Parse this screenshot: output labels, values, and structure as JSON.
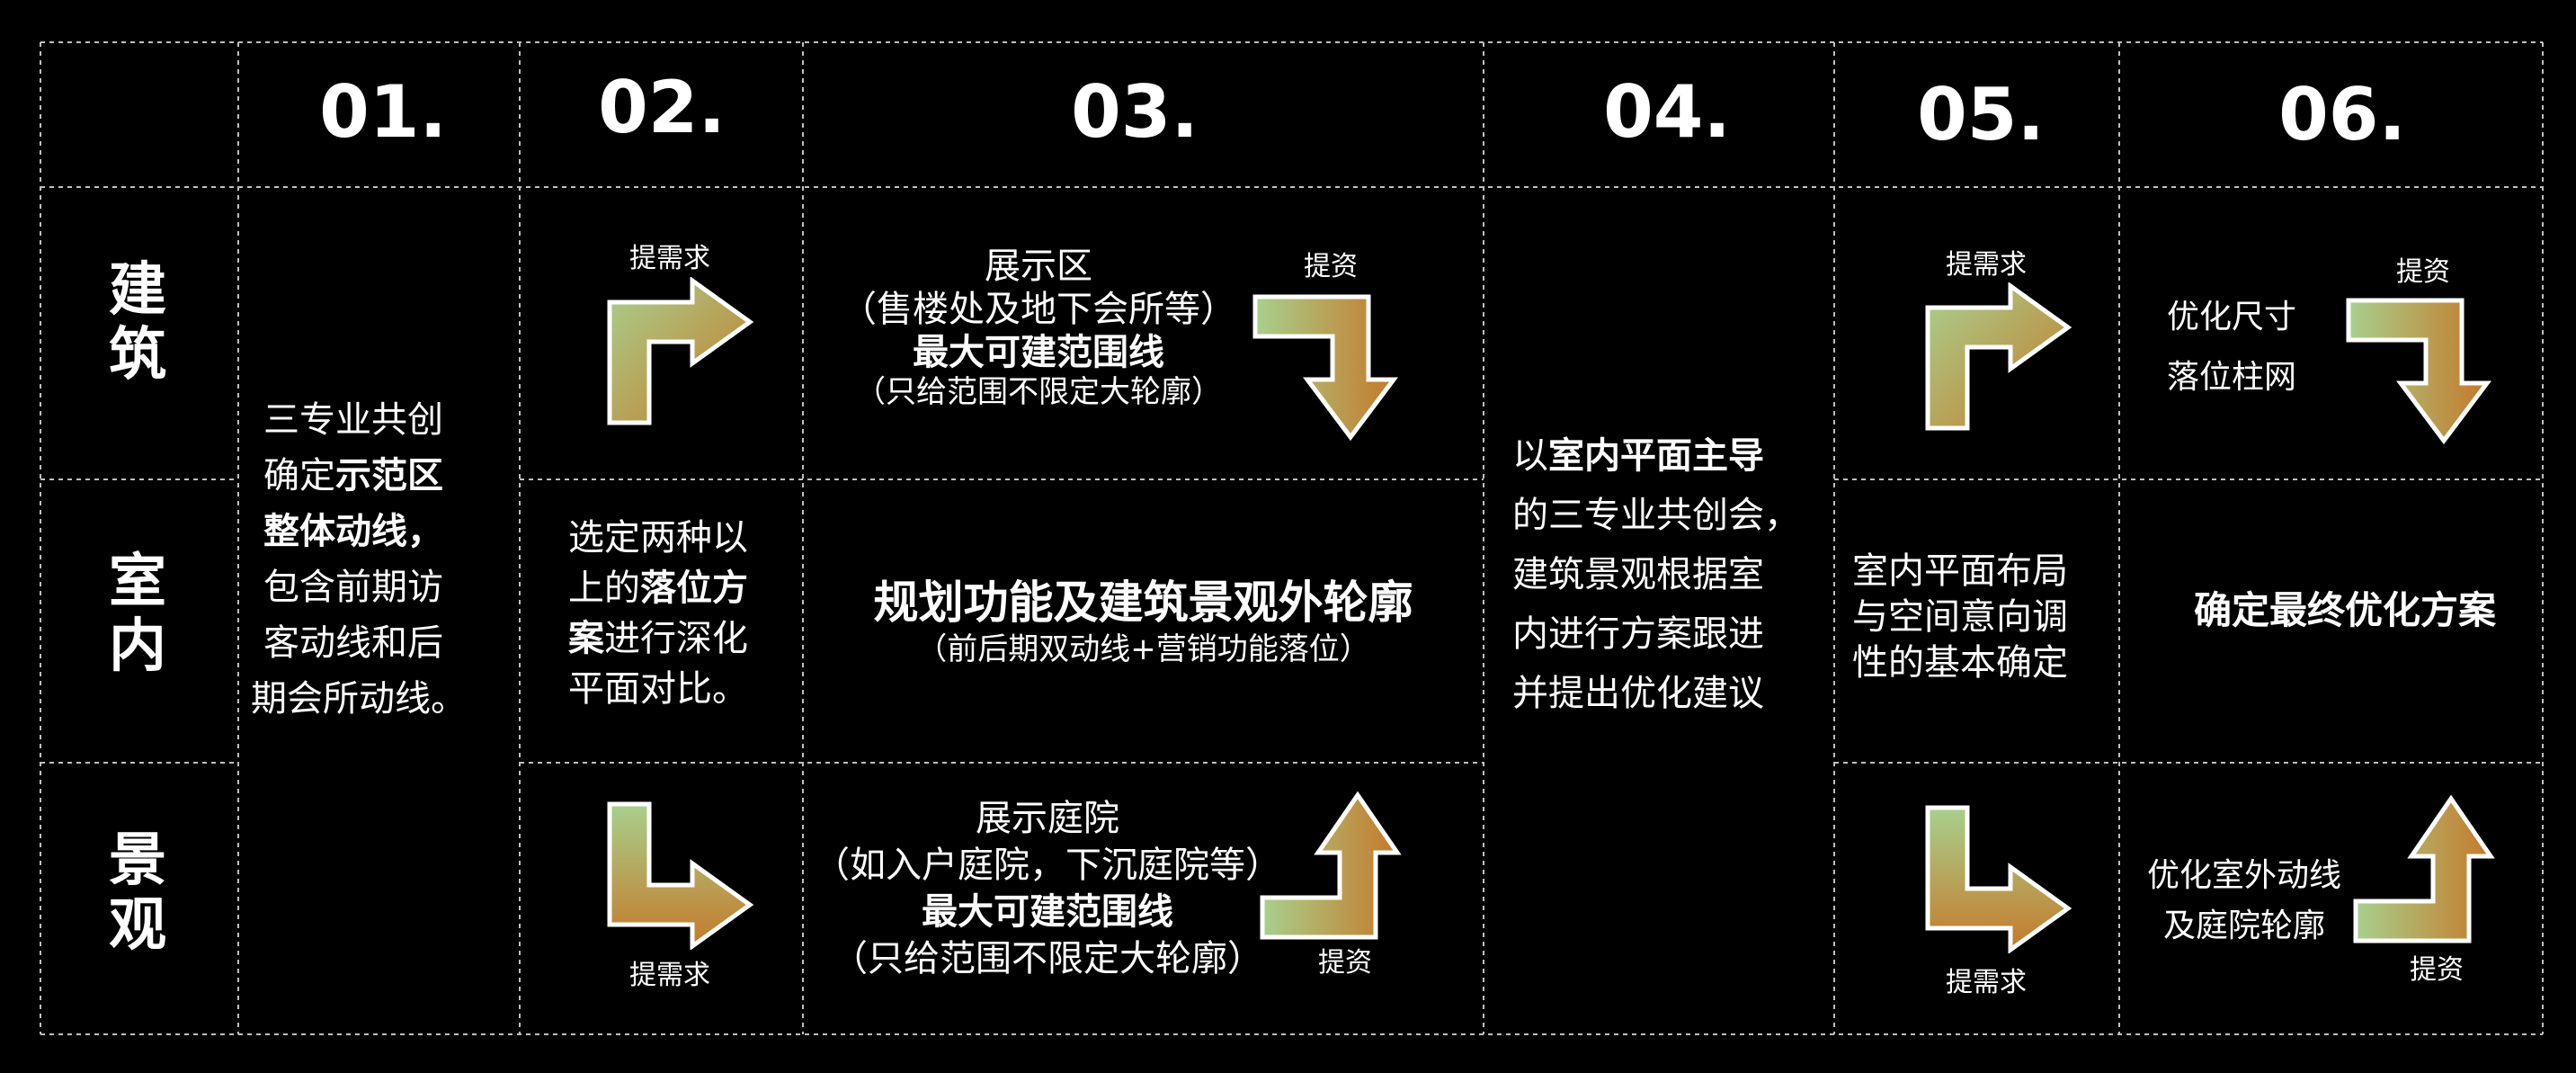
{
  "headers": [
    "01.",
    "02.",
    "03.",
    "04.",
    "05.",
    "06."
  ],
  "row_labels": [
    {
      "line1": "建",
      "line2": "筑"
    },
    {
      "line1": "室",
      "line2": "内"
    },
    {
      "line1": "景",
      "line2": "观"
    }
  ],
  "col01": {
    "l1": "三专业共创",
    "l2_pre": "确定",
    "l2_bold": "示范区",
    "l3_bold": "整体动线，",
    "l4": "包含前期访",
    "l5": "客动线和后",
    "l6": "期会所动线。"
  },
  "col02": {
    "top_label": "提需求",
    "mid_l1": "选定两种以",
    "mid_l2_pre": "上的",
    "mid_l2_bold": "落位方",
    "mid_l3_bold": "案",
    "mid_l3_post": "进行深化",
    "mid_l4": "平面对比。",
    "bottom_label": "提需求"
  },
  "col03": {
    "top_l1": "展示区",
    "top_l2": "（售楼处及地下会所等）",
    "top_l3": "最大可建范围线",
    "top_l4": "（只给范围不限定大轮廓）",
    "top_label": "提资",
    "mid_title": "规划功能及建筑景观外轮廓",
    "mid_sub": "（前后期双动线+营销功能落位）",
    "bot_l1": "展示庭院",
    "bot_l2": "（如入户庭院，下沉庭院等）",
    "bot_l3": "最大可建范围线",
    "bot_l4": "（只给范围不限定大轮廓）",
    "bot_label": "提资"
  },
  "col04": {
    "l1_pre": "以",
    "l1_bold": "室内平面主导",
    "l2": "的三专业共创会，",
    "l3": "建筑景观根据室",
    "l4": "内进行方案跟进",
    "l5": "并提出优化建议"
  },
  "col05": {
    "top_label": "提需求",
    "mid_l1": "室内平面布局",
    "mid_l2": "与空间意向调",
    "mid_l3": "性的基本确定",
    "bottom_label": "提需求"
  },
  "col06": {
    "top_l1": "优化尺寸",
    "top_l2": "落位柱网",
    "top_label": "提资",
    "mid": "确定最终优化方案",
    "bot_l1": "优化室外动线",
    "bot_l2": "及庭院轮廓",
    "bot_label": "提资"
  },
  "arrow_gradient": {
    "start": "#a8d08d",
    "end": "#c5792a"
  }
}
